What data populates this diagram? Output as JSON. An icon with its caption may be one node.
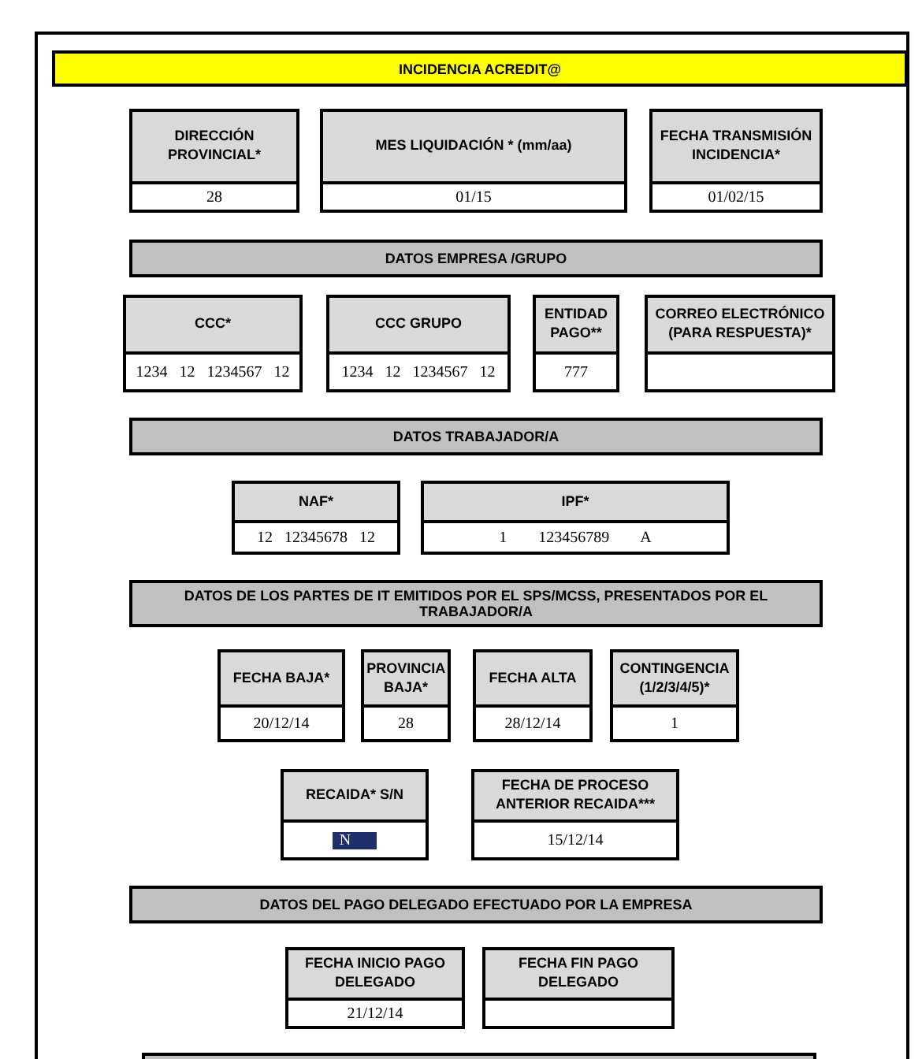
{
  "diagram": {
    "nodes": [
      {
        "text": [
          "INCIDENCIA  ACREDIT@"
        ]
      },
      {
        "text": [
          "DIRECCIÓN PROVINCIAL*",
          "28"
        ]
      },
      {
        "text": [
          "MES LIQUIDACIÓN * (mm/aa)",
          "01/15"
        ]
      },
      {
        "text": [
          "FECHA TRANSMISIÓN INCIDENCIA*",
          "01/02/15"
        ]
      },
      {
        "text": [
          "DATOS EMPRESA /GRUPO"
        ]
      },
      {
        "text": [
          "CCC*",
          "1234   12   1234567   12"
        ]
      },
      {
        "text": [
          "CCC GRUPO",
          "1234   12   1234567   12"
        ]
      },
      {
        "text": [
          "ENTIDAD PAGO**",
          "777"
        ]
      },
      {
        "text": [
          "CORREO ELECTRÓNICO (PARA RESPUESTA)*"
        ]
      },
      {
        "text": [
          "DATOS TRABAJADOR/A"
        ]
      },
      {
        "text": [
          "NAF*",
          "12   12345678   12"
        ]
      },
      {
        "text": [
          "IPF*",
          "1        123456789        A"
        ]
      },
      {
        "text": [
          "DATOS DE LOS PARTES DE IT EMITIDOS POR EL SPS/MCSS, PRESENTADOS POR EL TRABAJADOR/A"
        ]
      },
      {
        "text": [
          "FECHA BAJA*",
          "20/12/14"
        ]
      },
      {
        "text": [
          "PROVINCIA BAJA*",
          "28"
        ]
      },
      {
        "text": [
          "FECHA ALTA",
          "28/12/14"
        ]
      },
      {
        "text": [
          "CONTINGENCIA (1/2/3/4/5)*",
          "1"
        ]
      },
      {
        "text": [
          "RECAIDA* S/N",
          "N"
        ]
      },
      {
        "text": [
          "FECHA DE PROCESO ANTERIOR RECAIDA***",
          "15/12/14"
        ]
      },
      {
        "text": [
          "DATOS DEL PAGO DELEGADO EFECTUADO POR LA EMPRESA"
        ]
      },
      {
        "text": [
          "FECHA INICIO PAGO DELEGADO",
          "21/12/14"
        ]
      },
      {
        "text": [
          "FECHA FIN PAGO DELEGADO"
        ]
      },
      {
        "text": [],
        "shape": "bar"
      }
    ],
    "edges": []
  }
}
